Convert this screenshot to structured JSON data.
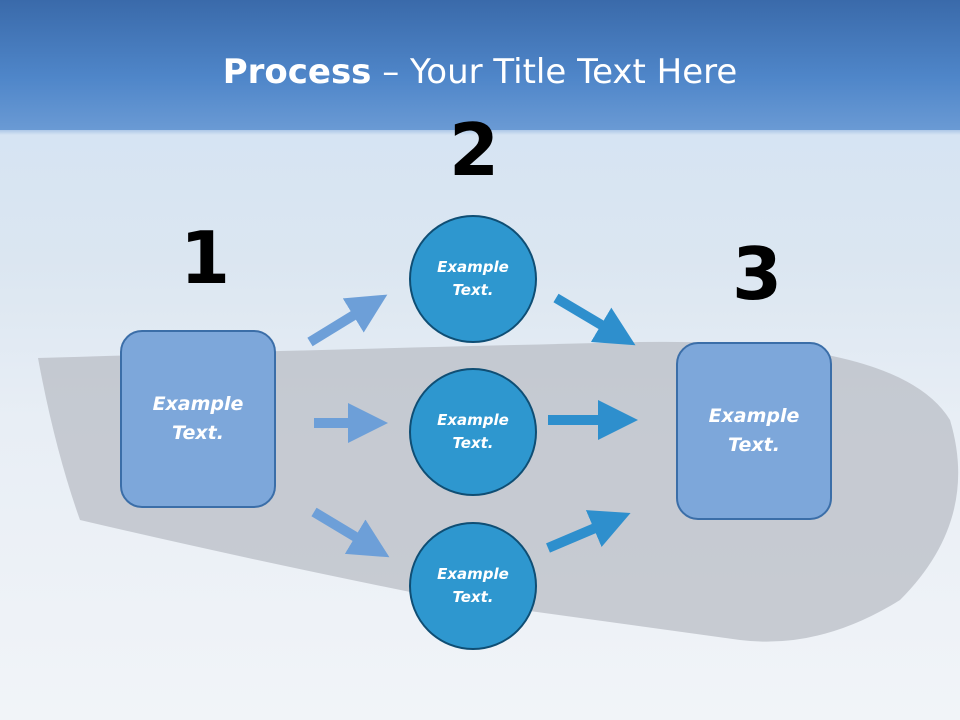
{
  "slide": {
    "title_bold": "Process",
    "title_rest": " – Your Title Text Here"
  },
  "steps": {
    "num1": "1",
    "num2": "2",
    "num3": "3"
  },
  "boxes": {
    "left_line1": "Example",
    "left_line2": "Text.",
    "right_line1": "Example",
    "right_line2": "Text."
  },
  "circles": {
    "top_line1": "Example",
    "top_line2": "Text.",
    "middle_line1": "Example",
    "middle_line2": "Text.",
    "bottom_line1": "Example",
    "bottom_line2": "Text."
  },
  "colors": {
    "box_fill": "#7da7da",
    "circle_fill": "#2e97cf",
    "arrow_light": "#6d9fd8",
    "arrow_dark": "#2e8fcd",
    "title_bar": "#4f86c9"
  }
}
